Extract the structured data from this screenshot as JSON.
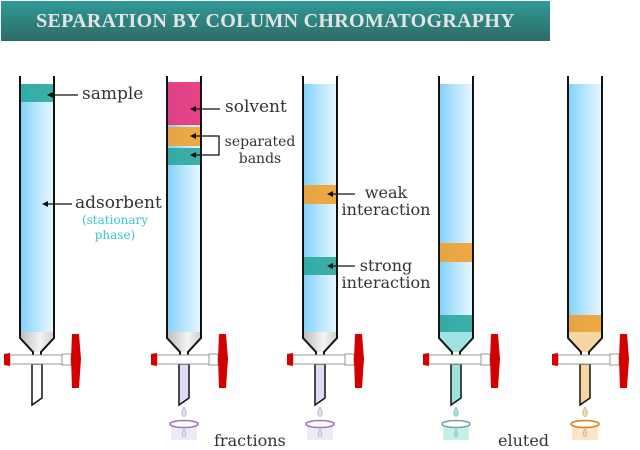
{
  "title": "SEPARATION BY COLUMN CHROMATOGRAPHY",
  "labels": {
    "sample": "sample",
    "adsorbent": "adsorbent",
    "stationary_phase_line1": "(stationary",
    "stationary_phase_line2": "phase)",
    "solvent": "solvent",
    "separated_bands_line1": "separated",
    "separated_bands_line2": "bands",
    "weak_line1": "weak",
    "weak_line2": "interaction",
    "strong_line1": "strong",
    "strong_line2": "interaction",
    "fractions": "fractions",
    "eluted": "eluted"
  },
  "colors": {
    "teal_band": "#2aa79c",
    "orange_band": "#f0a030",
    "pink_solvent": "#e8307a",
    "adsorbent": "#9fdcfb",
    "stopcock": "#d40000"
  },
  "columns": [
    {
      "stage": 1,
      "bands": [
        "teal"
      ],
      "eluate": "none"
    },
    {
      "stage": 2,
      "bands": [
        "pink",
        "orange",
        "teal"
      ],
      "eluate": "clear"
    },
    {
      "stage": 3,
      "bands": [
        "orange",
        "teal"
      ],
      "eluate": "clear"
    },
    {
      "stage": 4,
      "bands": [
        "orange",
        "teal"
      ],
      "eluate": "teal"
    },
    {
      "stage": 5,
      "bands": [
        "orange"
      ],
      "eluate": "orange"
    }
  ]
}
